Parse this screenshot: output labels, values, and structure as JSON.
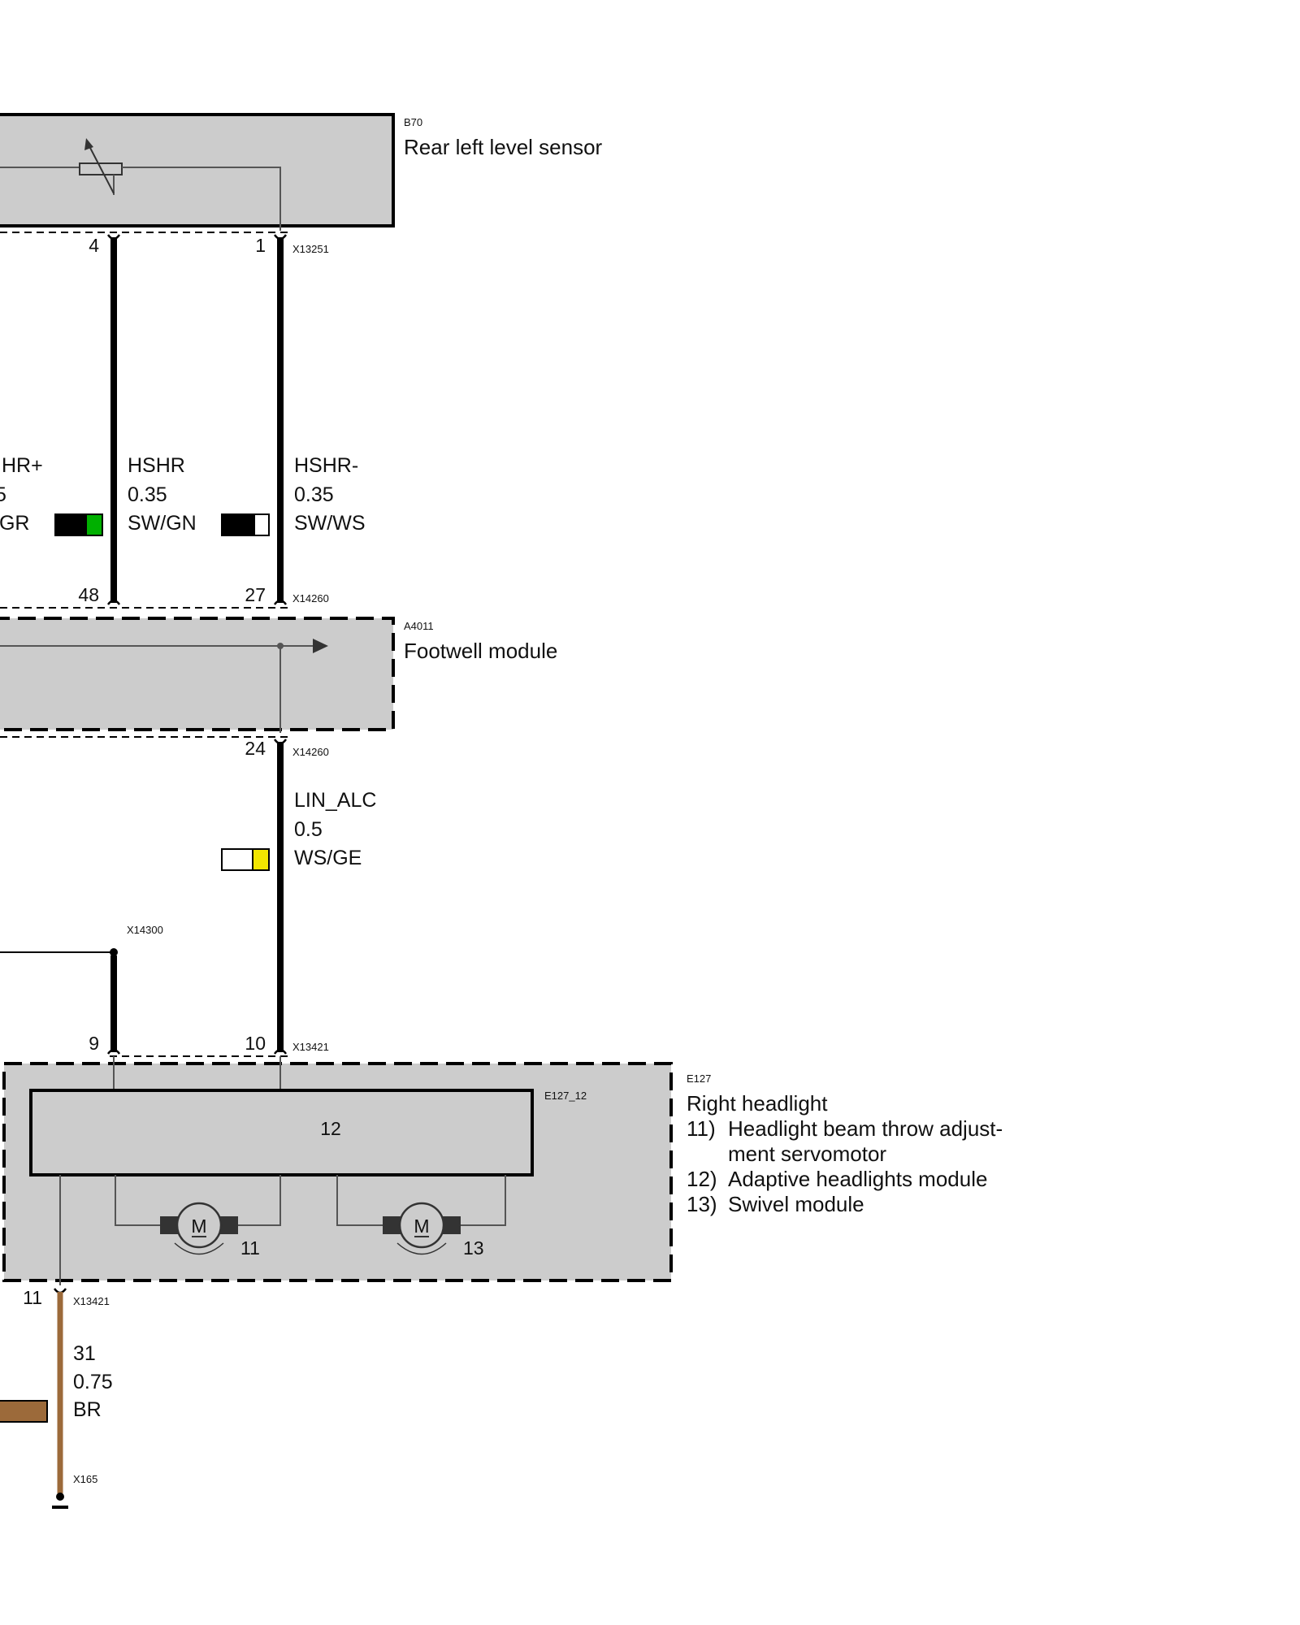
{
  "components": {
    "b70": {
      "ref": "B70",
      "name": "Rear left level sensor"
    },
    "a4011": {
      "ref": "A4011",
      "name": "Footwell module"
    },
    "e127": {
      "ref": "E127",
      "name": "Right headlight",
      "items": [
        {
          "num": "11)",
          "text": "Headlight beam throw adjust-",
          "cont": "ment servomotor"
        },
        {
          "num": "12)",
          "text": "Adaptive headlights module"
        },
        {
          "num": "13)",
          "text": "Swivel module"
        }
      ],
      "inner_ref": "E127_12",
      "module_num": "12",
      "motor_11": "11",
      "motor_13": "13",
      "motor_symbol": "M"
    }
  },
  "connectors": {
    "x13251": "X13251",
    "x14260_top": "X14260",
    "x14260_bottom": "X14260",
    "x14300": "X14300",
    "x13421_top": "X13421",
    "x13421_bottom": "X13421",
    "x165": "X165"
  },
  "pins": {
    "b70_4": "4",
    "b70_1": "1",
    "a4011_48": "48",
    "a4011_27": "27",
    "a4011_24": "24",
    "e127_9": "9",
    "e127_10": "10",
    "e127_11": "11"
  },
  "wires": [
    {
      "id": "hshr_plus",
      "lines": [
        "HR+",
        "5",
        "/GR"
      ],
      "colors": [
        "#000000",
        "#00b000"
      ]
    },
    {
      "id": "hshr",
      "lines": [
        "HSHR",
        "0.35",
        "SW/GN"
      ],
      "colors": [
        "#000000",
        "#00b000"
      ]
    },
    {
      "id": "hshr_minus",
      "lines": [
        "HSHR-",
        "0.35",
        "SW/WS"
      ],
      "colors": [
        "#000000",
        "#ffffff"
      ]
    },
    {
      "id": "lin_alc",
      "lines": [
        "LIN_ALC",
        "0.5",
        "WS/GE"
      ],
      "colors": [
        "#ffffff",
        "#f2e600"
      ]
    },
    {
      "id": "ground",
      "lines": [
        "31",
        "0.75",
        "BR"
      ],
      "colors": [
        "#9c6a3a"
      ]
    }
  ],
  "palette": {
    "module_fill": "#cccccc",
    "brown_wire": "#9c6a3a"
  }
}
